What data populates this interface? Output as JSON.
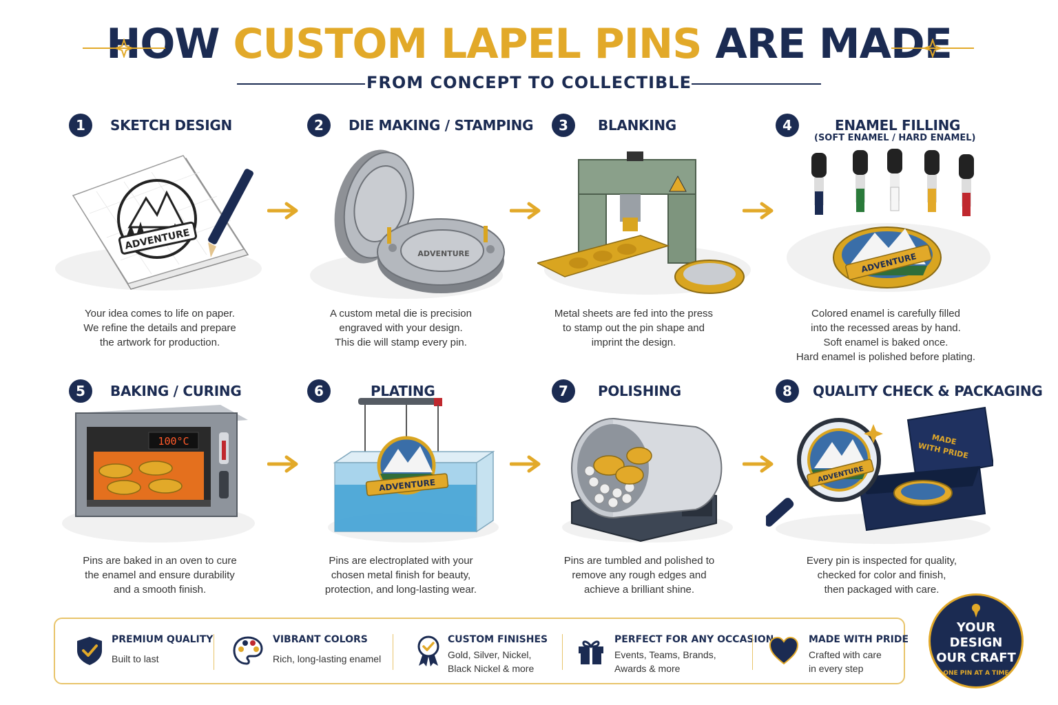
{
  "header": {
    "title_part1": "HOW",
    "title_part2": "CUSTOM LAPEL PINS",
    "title_part3": "ARE MADE",
    "subtitle": "FROM CONCEPT TO COLLECTIBLE"
  },
  "colors": {
    "navy": "#1b2b52",
    "gold": "#e2a929",
    "text": "#333333"
  },
  "steps": [
    {
      "number": "1",
      "title": "SKETCH DESIGN",
      "subtitle": "",
      "desc": [
        "Your idea comes to life on paper.",
        "We refine the details and prepare",
        "the artwork for production."
      ],
      "icon": "sketch-icon",
      "pin_text": "ADVENTURE"
    },
    {
      "number": "2",
      "title": "DIE MAKING / STAMPING",
      "subtitle": "",
      "desc": [
        "A custom metal die is precision",
        "engraved with your design.",
        "This die will stamp every pin."
      ],
      "icon": "die-icon",
      "pin_text": "ADVENTURE"
    },
    {
      "number": "3",
      "title": "BLANKING",
      "subtitle": "",
      "desc": [
        "Metal sheets are fed into the press",
        "to stamp out the pin shape and",
        "imprint the design."
      ],
      "icon": "press-icon"
    },
    {
      "number": "4",
      "title": "ENAMEL FILLING",
      "subtitle": "(SOFT ENAMEL / HARD ENAMEL)",
      "desc": [
        "Colored enamel is carefully filled",
        "into the recessed areas by hand.",
        "Soft enamel is baked once.",
        "Hard enamel is polished before plating."
      ],
      "icon": "dropper-icon",
      "pin_text": "ADVENTURE"
    },
    {
      "number": "5",
      "title": "BAKING / CURING",
      "subtitle": "",
      "desc": [
        "Pins are baked in an oven to cure",
        "the enamel and ensure durability",
        "and a smooth finish."
      ],
      "icon": "oven-icon",
      "display": "100°C"
    },
    {
      "number": "6",
      "title": "PLATING",
      "subtitle": "",
      "desc": [
        "Pins are electroplated with your",
        "chosen metal finish for beauty,",
        "protection, and long-lasting wear."
      ],
      "icon": "plating-tank-icon",
      "pin_text": "ADVENTURE"
    },
    {
      "number": "7",
      "title": "POLISHING",
      "subtitle": "",
      "desc": [
        "Pins are tumbled and polished to",
        "remove any rough edges and",
        "achieve a brilliant shine."
      ],
      "icon": "tumbler-icon"
    },
    {
      "number": "8",
      "title": "QUALITY CHECK & PACKAGING",
      "subtitle": "",
      "desc": [
        "Every pin is inspected for quality,",
        "checked for color and finish,",
        "then packaged with care."
      ],
      "icon": "magnifier-icon",
      "box_text": [
        "MADE",
        "WITH PRIDE"
      ],
      "pin_text": "ADVENTURE"
    }
  ],
  "features": [
    {
      "icon": "shield-check-icon",
      "title": "PREMIUM QUALITY",
      "text": [
        "Built to last"
      ]
    },
    {
      "icon": "palette-icon",
      "title": "VIBRANT COLORS",
      "text": [
        "Rich, long-lasting enamel"
      ]
    },
    {
      "icon": "ribbon-badge-icon",
      "title": "CUSTOM FINISHES",
      "text": [
        "Gold, Silver, Nickel,",
        "Black Nickel & more"
      ]
    },
    {
      "icon": "gift-icon",
      "title": "PERFECT FOR ANY OCCASION",
      "text": [
        "Events, Teams, Brands,",
        "Awards & more"
      ]
    },
    {
      "icon": "heart-icon",
      "title": "MADE WITH PRIDE",
      "text": [
        "Crafted with care",
        "in every step"
      ]
    }
  ],
  "seal": {
    "line1": "YOUR DESIGN",
    "line2": "OUR CRAFT",
    "line3": "ONE PIN AT A TIME",
    "icon": "pin-icon"
  }
}
